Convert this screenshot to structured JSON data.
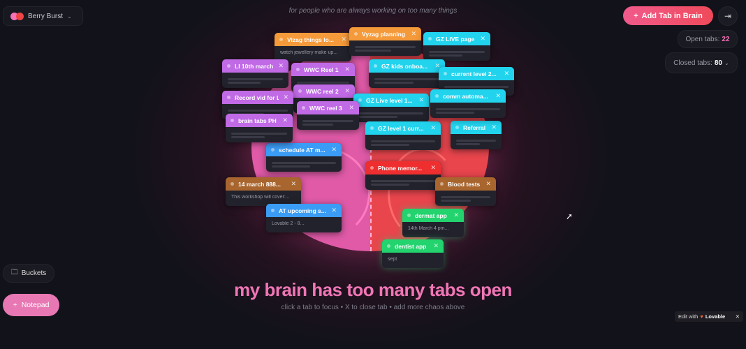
{
  "header": {
    "theme": "Berry Burst",
    "tagline": "for people who are always working on too many things",
    "add_button": "Add Tab in Brain",
    "open_tabs_label": "Open tabs:",
    "open_tabs": "22",
    "closed_tabs_label": "Closed tabs:",
    "closed_tabs": "80"
  },
  "colors": {
    "accent": "#f472b6",
    "left_brain": "#e05aa8",
    "right_brain": "#e8454d"
  },
  "tabs": [
    {
      "title": "comm automa...",
      "color": "cyan",
      "sub": ""
    },
    {
      "title": "brain tabs PH",
      "color": "purple",
      "sub": ""
    },
    {
      "title": "Vizag things lo...",
      "color": "orange",
      "sub": "watch jewellery make up..."
    },
    {
      "title": "Vyzag planning",
      "color": "orange",
      "sub": ""
    },
    {
      "title": "GZ LIVE page",
      "color": "cyan",
      "sub": ""
    },
    {
      "title": "LI 10th march",
      "color": "purple",
      "sub": ""
    },
    {
      "title": "WWC Reel 1",
      "color": "purple",
      "sub": ""
    },
    {
      "title": "GZ kids onboa...",
      "color": "cyan",
      "sub": ""
    },
    {
      "title": "current level 2...",
      "color": "cyan",
      "sub": ""
    },
    {
      "title": "WWC reel 2",
      "color": "purple",
      "sub": ""
    },
    {
      "title": "Record vid for LI",
      "color": "purple",
      "sub": ""
    },
    {
      "title": "GZ Live level 1...",
      "color": "cyan",
      "sub": ""
    },
    {
      "title": "WWC reel 3",
      "color": "purple",
      "sub": ""
    },
    {
      "title": "GZ level 1 curr...",
      "color": "cyan",
      "sub": ""
    },
    {
      "title": "Referral",
      "color": "cyan",
      "sub": ""
    },
    {
      "title": "schedule AT m...",
      "color": "blue",
      "sub": ""
    },
    {
      "title": "Phone memor...",
      "color": "red",
      "sub": ""
    },
    {
      "title": "14 march 888...",
      "color": "brown",
      "sub": "This workshop will cover:..."
    },
    {
      "title": "Blood tests",
      "color": "brown",
      "sub": ""
    },
    {
      "title": "AT upcoming s...",
      "color": "blue",
      "sub": "Lovable 2 - 8..."
    },
    {
      "title": "dermat app",
      "color": "green",
      "sub": "14th March 4 pm..."
    },
    {
      "title": "dentist app",
      "color": "green",
      "sub": "sept"
    }
  ],
  "sidebar": {
    "buckets": "Buckets",
    "notepad": "Notepad"
  },
  "main": {
    "title": "my brain has too many tabs open",
    "hint": "click a tab to focus • X to close tab • add more chaos above"
  },
  "badge": {
    "edit_with": "Edit with",
    "brand": "Lovable"
  }
}
